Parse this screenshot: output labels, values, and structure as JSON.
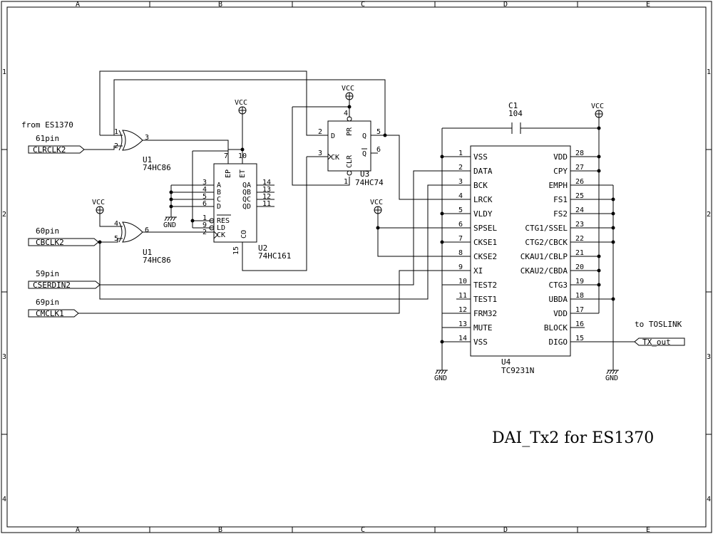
{
  "title": "DAI_Tx2 for ES1370",
  "frame": {
    "columns": [
      "A",
      "B",
      "C",
      "D",
      "E"
    ],
    "rows": [
      "1",
      "2",
      "3",
      "4"
    ]
  },
  "notes": {
    "from": "from ES1370",
    "to": "to TOSLINK"
  },
  "ports": {
    "clrclk2": {
      "name": "CLRCLK2",
      "pin": "61pin"
    },
    "cbclk2": {
      "name": "CBCLK2",
      "pin": "60pin"
    },
    "cserdin2": {
      "name": "CSERDIN2",
      "pin": "59pin"
    },
    "cmclk1": {
      "name": "CMCLK1",
      "pin": "69pin"
    },
    "tx_out": {
      "name": "TX_out"
    }
  },
  "power": {
    "vcc": "VCC",
    "gnd": "GND"
  },
  "u1a": {
    "ref": "U1",
    "part": "74HC86",
    "pins": [
      "1",
      "2",
      "3"
    ]
  },
  "u1b": {
    "ref": "U1",
    "part": "74HC86",
    "pins": [
      "4",
      "5",
      "6"
    ]
  },
  "u2": {
    "ref": "U2",
    "part": "74HC161",
    "left_pins": [
      {
        "num": "3",
        "name": "A"
      },
      {
        "num": "4",
        "name": "B"
      },
      {
        "num": "5",
        "name": "C"
      },
      {
        "num": "6",
        "name": "D"
      },
      {
        "num": "1",
        "name": "RES"
      },
      {
        "num": "9",
        "name": "LD"
      },
      {
        "num": "2",
        "name": "CK"
      }
    ],
    "right_pins": [
      {
        "num": "14",
        "name": "QA"
      },
      {
        "num": "13",
        "name": "QB"
      },
      {
        "num": "12",
        "name": "QC"
      },
      {
        "num": "11",
        "name": "QD"
      }
    ],
    "top_pins": [
      {
        "num": "7",
        "name": "EP"
      },
      {
        "num": "10",
        "name": "ET"
      }
    ],
    "bottom_pins": [
      {
        "num": "15",
        "name": "CO"
      }
    ]
  },
  "u3": {
    "ref": "U3",
    "part": "74HC74",
    "left_pins": [
      {
        "num": "2",
        "name": "D"
      },
      {
        "num": "3",
        "name": "CK"
      }
    ],
    "right_pins": [
      {
        "num": "5",
        "name": "Q"
      },
      {
        "num": "6",
        "name": "Q"
      }
    ],
    "top_pins": [
      {
        "num": "4",
        "name": "PR"
      }
    ],
    "bottom_pins": [
      {
        "num": "1",
        "name": "CLR"
      }
    ]
  },
  "c1": {
    "ref": "C1",
    "value": "104"
  },
  "u4": {
    "ref": "U4",
    "part": "TC9231N",
    "left_pins": [
      {
        "num": "1",
        "name": "VSS"
      },
      {
        "num": "2",
        "name": "DATA"
      },
      {
        "num": "3",
        "name": "BCK"
      },
      {
        "num": "4",
        "name": "LRCK"
      },
      {
        "num": "5",
        "name": "VLDY"
      },
      {
        "num": "6",
        "name": "SPSEL"
      },
      {
        "num": "7",
        "name": "CKSE1"
      },
      {
        "num": "8",
        "name": "CKSE2"
      },
      {
        "num": "9",
        "name": "XI"
      },
      {
        "num": "10",
        "name": "TEST2"
      },
      {
        "num": "11",
        "name": "TEST1"
      },
      {
        "num": "12",
        "name": "FRM32"
      },
      {
        "num": "13",
        "name": "MUTE"
      },
      {
        "num": "14",
        "name": "VSS"
      }
    ],
    "right_pins": [
      {
        "num": "28",
        "name": "VDD"
      },
      {
        "num": "27",
        "name": "CPY"
      },
      {
        "num": "26",
        "name": "EMPH"
      },
      {
        "num": "25",
        "name": "FS1"
      },
      {
        "num": "24",
        "name": "FS2"
      },
      {
        "num": "23",
        "name": "CTG1/SSEL"
      },
      {
        "num": "22",
        "name": "CTG2/CBCK"
      },
      {
        "num": "21",
        "name": "CKAU1/CBLP"
      },
      {
        "num": "20",
        "name": "CKAU2/CBDA"
      },
      {
        "num": "19",
        "name": "CTG3"
      },
      {
        "num": "18",
        "name": "UBDA"
      },
      {
        "num": "17",
        "name": "VDD"
      },
      {
        "num": "16",
        "name": "BLOCK"
      },
      {
        "num": "15",
        "name": "DIGO"
      }
    ]
  }
}
